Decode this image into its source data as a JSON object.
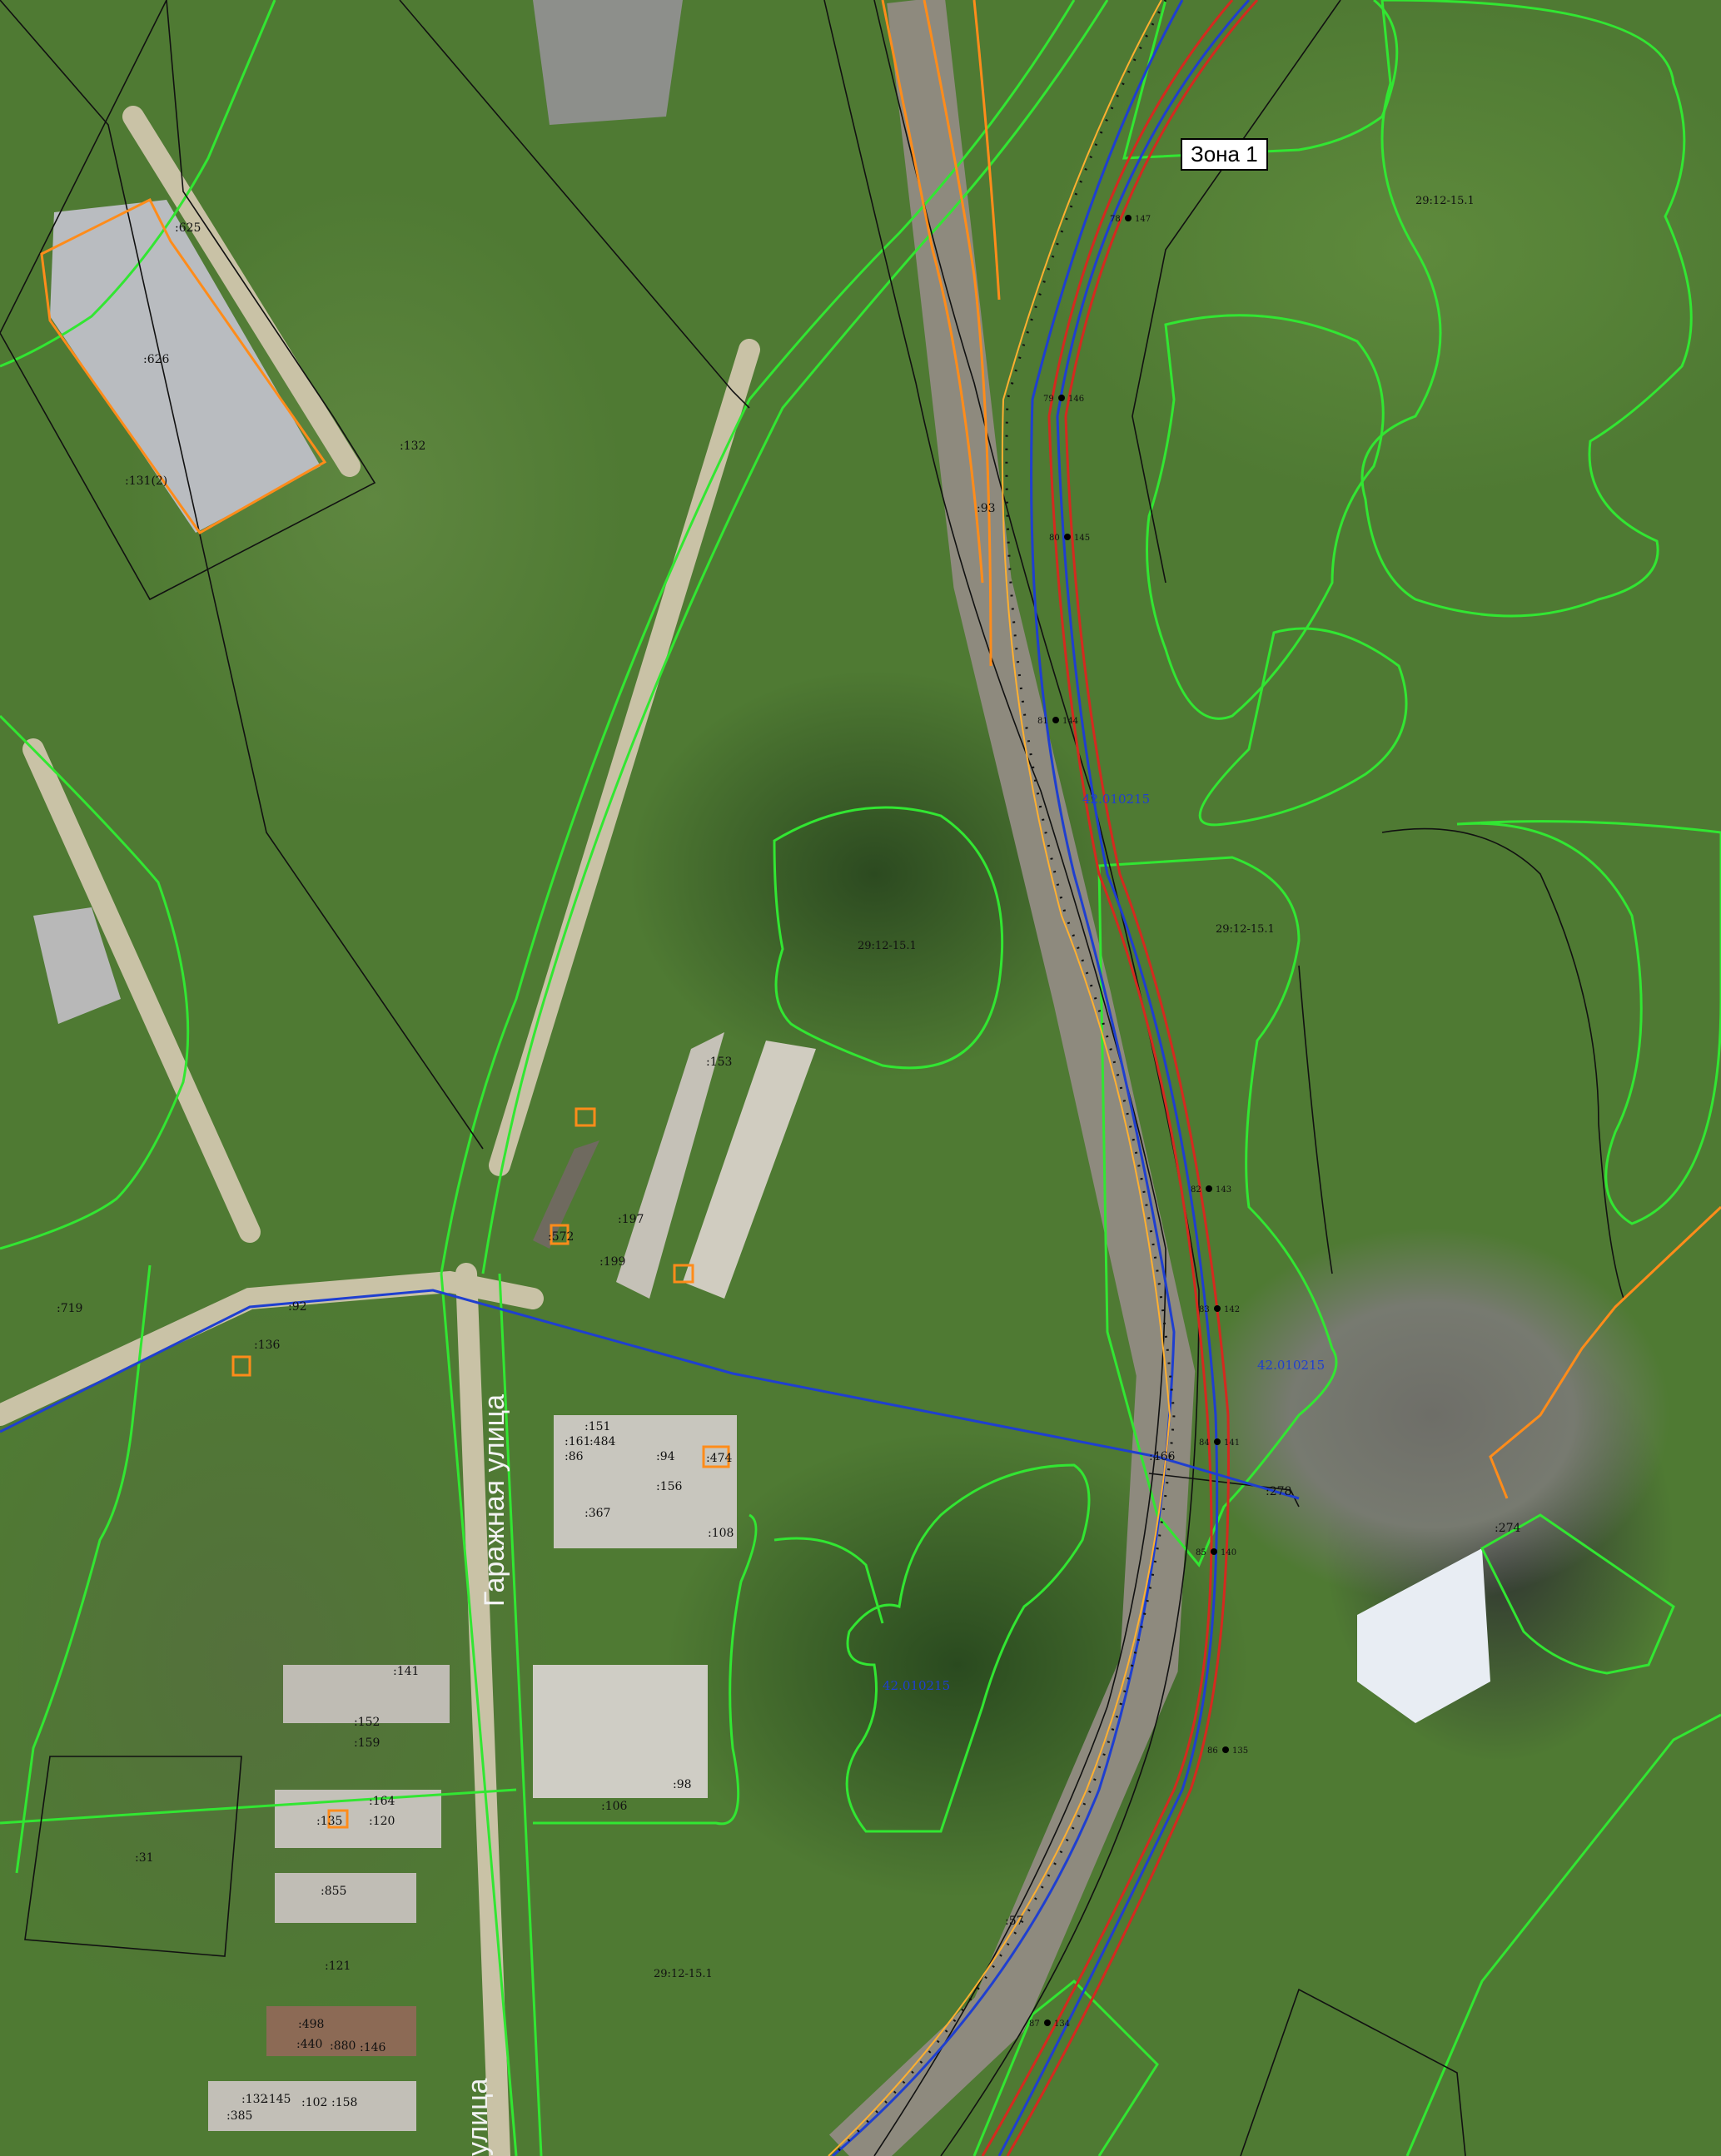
{
  "zone_label": "Зона 1",
  "streets": [
    "Гаражная улица",
    "улица"
  ],
  "territory_labels": [
    "29:12-15.1",
    "29:12-15.1",
    "29:12-15.1",
    "29:12-15.1"
  ],
  "blue_labels": [
    "42.010215",
    "42.010215",
    "42.010215"
  ],
  "parcel_labels": [
    ":626",
    ":131(2)",
    ":132",
    ":625",
    ":93",
    ":274",
    ":57",
    ":31",
    ":153",
    ":197",
    ":199",
    ":572",
    ":151",
    ":161",
    ":484",
    ":86",
    ":94",
    ":474",
    ":156",
    ":367",
    ":108",
    ":106",
    ":98",
    ":141",
    ":152",
    ":159",
    ":164",
    ":120",
    ":135",
    ":855",
    ":121",
    ":498",
    ":440",
    ":880",
    ":146",
    ":132",
    ":145",
    ":102",
    ":158",
    ":385",
    ":719",
    ":92",
    ":136",
    ":466",
    ":278"
  ],
  "points": [
    {
      "n": "78",
      "p": "147"
    },
    {
      "n": "79",
      "p": "146"
    },
    {
      "n": "80",
      "p": "145"
    },
    {
      "n": "81",
      "p": "144"
    },
    {
      "n": "82",
      "p": "143"
    },
    {
      "n": "83",
      "p": "142"
    },
    {
      "n": "84",
      "p": "141"
    },
    {
      "n": "85",
      "p": "140"
    },
    {
      "n": "86",
      "p": "135"
    },
    {
      "n": "87",
      "p": "134"
    }
  ],
  "colors": {
    "green_boundary": "#32e632",
    "blue_line": "#1f3fd0",
    "red_line": "#d42a1f",
    "orange_parcel": "#ff8c1a",
    "black_parcel": "#111111"
  }
}
